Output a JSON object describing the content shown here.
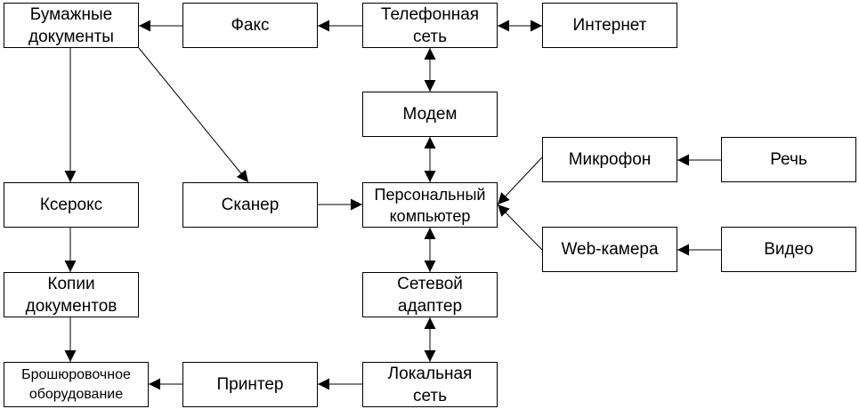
{
  "nodes": {
    "paper": {
      "label": "Бумажные\nдокументы"
    },
    "fax": {
      "label": "Факс"
    },
    "phone": {
      "label": "Телефонная\nсеть"
    },
    "internet": {
      "label": "Интернет"
    },
    "modem": {
      "label": "Модем"
    },
    "mic": {
      "label": "Микрофон"
    },
    "speech": {
      "label": "Речь"
    },
    "xerox": {
      "label": "Ксерокс"
    },
    "scanner": {
      "label": "Сканер"
    },
    "pc": {
      "label": "Персональный\nкомпьютер"
    },
    "webcam": {
      "label": "Web-камера"
    },
    "video": {
      "label": "Видео"
    },
    "copies": {
      "label": "Копии\nдокументов"
    },
    "netadapter": {
      "label": "Сетевой\nадаптер"
    },
    "binding": {
      "label": "Брошюровочное\nоборудование"
    },
    "printer": {
      "label": "Принтер"
    },
    "lan": {
      "label": "Локальная\nсеть"
    }
  },
  "edges": [
    {
      "from": "fax",
      "to": "paper",
      "dir": "single"
    },
    {
      "from": "phone",
      "to": "fax",
      "dir": "single"
    },
    {
      "from": "phone",
      "to": "internet",
      "dir": "both"
    },
    {
      "from": "phone",
      "to": "modem",
      "dir": "both"
    },
    {
      "from": "modem",
      "to": "pc",
      "dir": "both"
    },
    {
      "from": "paper",
      "to": "xerox",
      "dir": "single"
    },
    {
      "from": "paper",
      "to": "scanner",
      "dir": "single"
    },
    {
      "from": "scanner",
      "to": "pc",
      "dir": "single"
    },
    {
      "from": "speech",
      "to": "mic",
      "dir": "single"
    },
    {
      "from": "mic",
      "to": "pc",
      "dir": "single"
    },
    {
      "from": "video",
      "to": "webcam",
      "dir": "single"
    },
    {
      "from": "webcam",
      "to": "pc",
      "dir": "single"
    },
    {
      "from": "pc",
      "to": "netadapter",
      "dir": "both"
    },
    {
      "from": "netadapter",
      "to": "lan",
      "dir": "both"
    },
    {
      "from": "xerox",
      "to": "copies",
      "dir": "single"
    },
    {
      "from": "copies",
      "to": "binding",
      "dir": "single"
    },
    {
      "from": "lan",
      "to": "printer",
      "dir": "single"
    },
    {
      "from": "printer",
      "to": "binding",
      "dir": "single"
    }
  ]
}
